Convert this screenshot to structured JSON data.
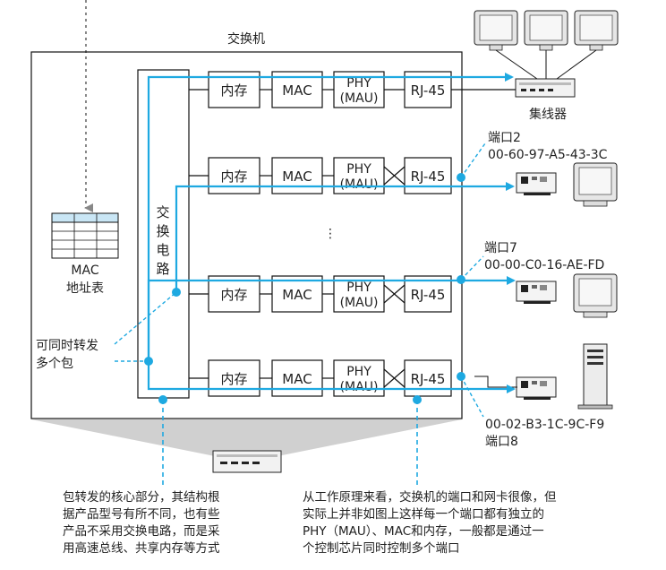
{
  "switch": {
    "title": "交换机",
    "circuit_label_chars": [
      "交",
      "换",
      "电",
      "路"
    ],
    "mac_table_label_line1": "MAC",
    "mac_table_label_line2": "地址表",
    "parallel_label_line1": "可同时转发",
    "parallel_label_line2": "多个包",
    "ellipsis": "⋮"
  },
  "port_blocks": {
    "memory": "内存",
    "mac": "MAC",
    "phy_line1": "PHY",
    "phy_line2": "(MAU)",
    "rj45": "RJ-45"
  },
  "devices": {
    "hub_label": "集线器",
    "port2_label": "端口2",
    "port2_mac": "00-60-97-A5-43-3C",
    "port7_label": "端口7",
    "port7_mac": "00-00-C0-16-AE-FD",
    "port8_label": "端口8",
    "port8_mac": "00-02-B3-1C-9C-F9"
  },
  "notes": {
    "left": [
      "包转发的核心部分，其结构根",
      "据产品型号有所不同，也有些",
      "产品不采用交换电路，而是采",
      "用高速总线、共享内存等方式"
    ],
    "right": [
      "从工作原理来看，交换机的端口和网卡很像，但",
      "实际上并非如图上这样每一个端口都有独立的",
      "PHY（MAU）、MAC和内存，一般都是通过一",
      "个控制芯片同时控制多个端口"
    ]
  },
  "colors": {
    "flow": "#1ea9e1",
    "line": "#111111",
    "gray": "#bdbdbd"
  }
}
